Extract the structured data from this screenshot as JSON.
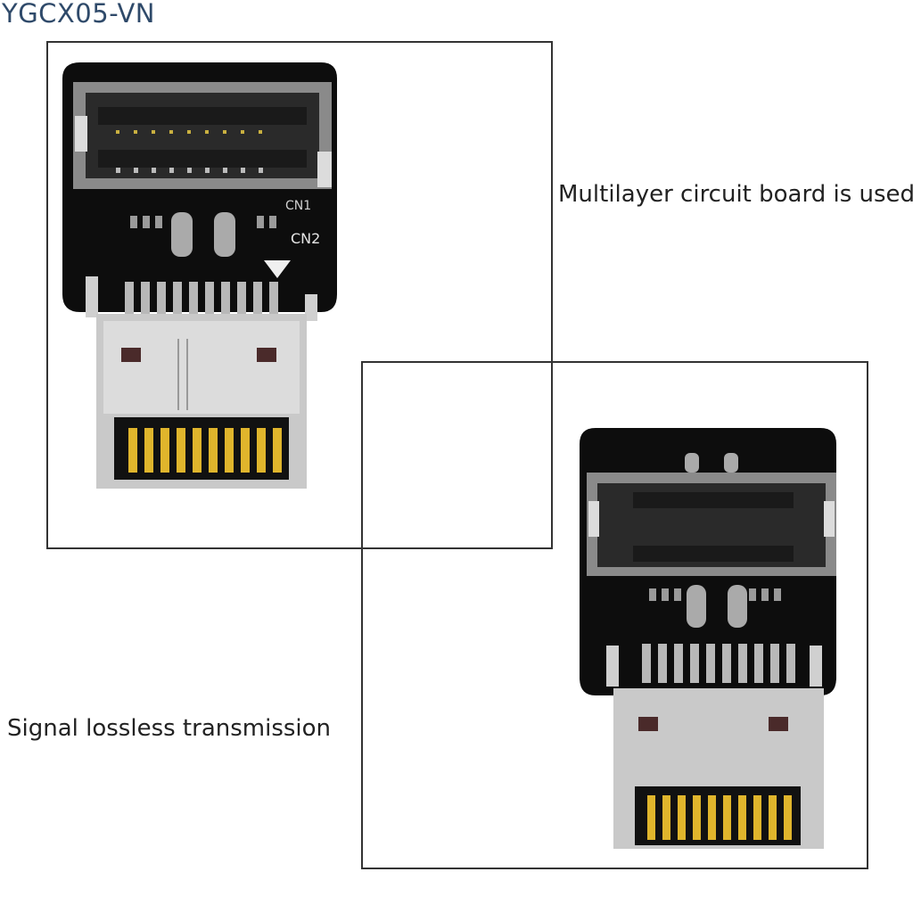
{
  "header": {
    "title": "YGCX05-VN"
  },
  "captions": {
    "top_right": "Multilayer circuit board is used",
    "bottom_left": "Signal lossless transmission"
  },
  "product_labels": {
    "cn1": "CN1",
    "cn2": "CN2"
  },
  "colors": {
    "pcb": "#0d0d0d",
    "connector_frame": "#8a8a8a",
    "metal_shell": "#c9c9c9",
    "gold_pins": "#e0b52c"
  }
}
